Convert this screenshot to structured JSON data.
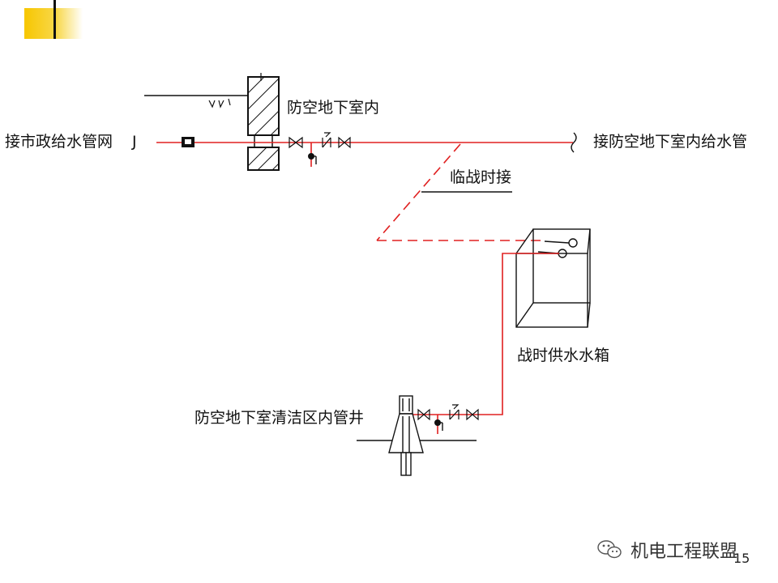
{
  "labels": {
    "municipal_network": "接市政给水管网",
    "j_mark": "J",
    "inside_shelter": "防空地下室内",
    "to_indoor_supply": "接防空地下室内给水管",
    "temporary_connection": "临战时接",
    "wartime_tank": "战时供水水箱",
    "clean_area_well": "防空地下室清洁区内管井"
  },
  "footer": {
    "watermark": "机电工程联盟",
    "page_number": "15"
  },
  "colors": {
    "pipe": "#e02020",
    "line": "#111111",
    "accent": "#f7c600"
  }
}
